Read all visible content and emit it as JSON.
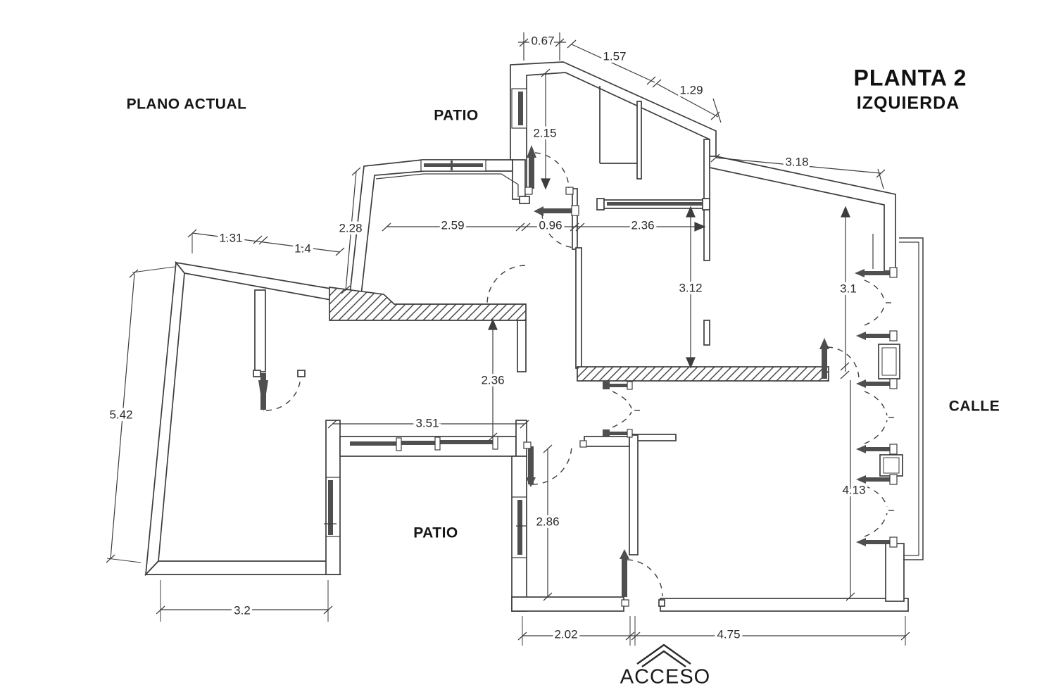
{
  "title": {
    "line1": "PLANTA 2",
    "line2": "IZQUIERDA"
  },
  "labels": {
    "plano_actual": "PLANO ACTUAL",
    "patio_top": "PATIO",
    "patio_bottom": "PATIO",
    "calle": "CALLE",
    "acceso": "ACCESO"
  },
  "dims": {
    "d067": "0.67",
    "d157": "1.57",
    "d129": "1.29",
    "d215": "2.15",
    "d318": "3.18",
    "d228": "2.28",
    "d259": "2.59",
    "d096": "0.96",
    "d236h": "2.36",
    "d312": "3.12",
    "d31": "3.1",
    "d131": "1.31",
    "d14": "1.4",
    "d542": "5.42",
    "d236v": "2.36",
    "d351": "3.51",
    "d286": "2.86",
    "d413": "4.13",
    "d32": "3.2",
    "d202": "2.02",
    "d475": "4.75"
  },
  "colors": {
    "background": "#ffffff",
    "line": "#3d3d3d",
    "dark_fill": "#4f4f4f",
    "text": "#1a1a1a"
  },
  "icons": {
    "access_chevron": "double-chevron-up",
    "door_swings": "dashed-arc",
    "wall_hatch": "diagonal-hatch"
  }
}
